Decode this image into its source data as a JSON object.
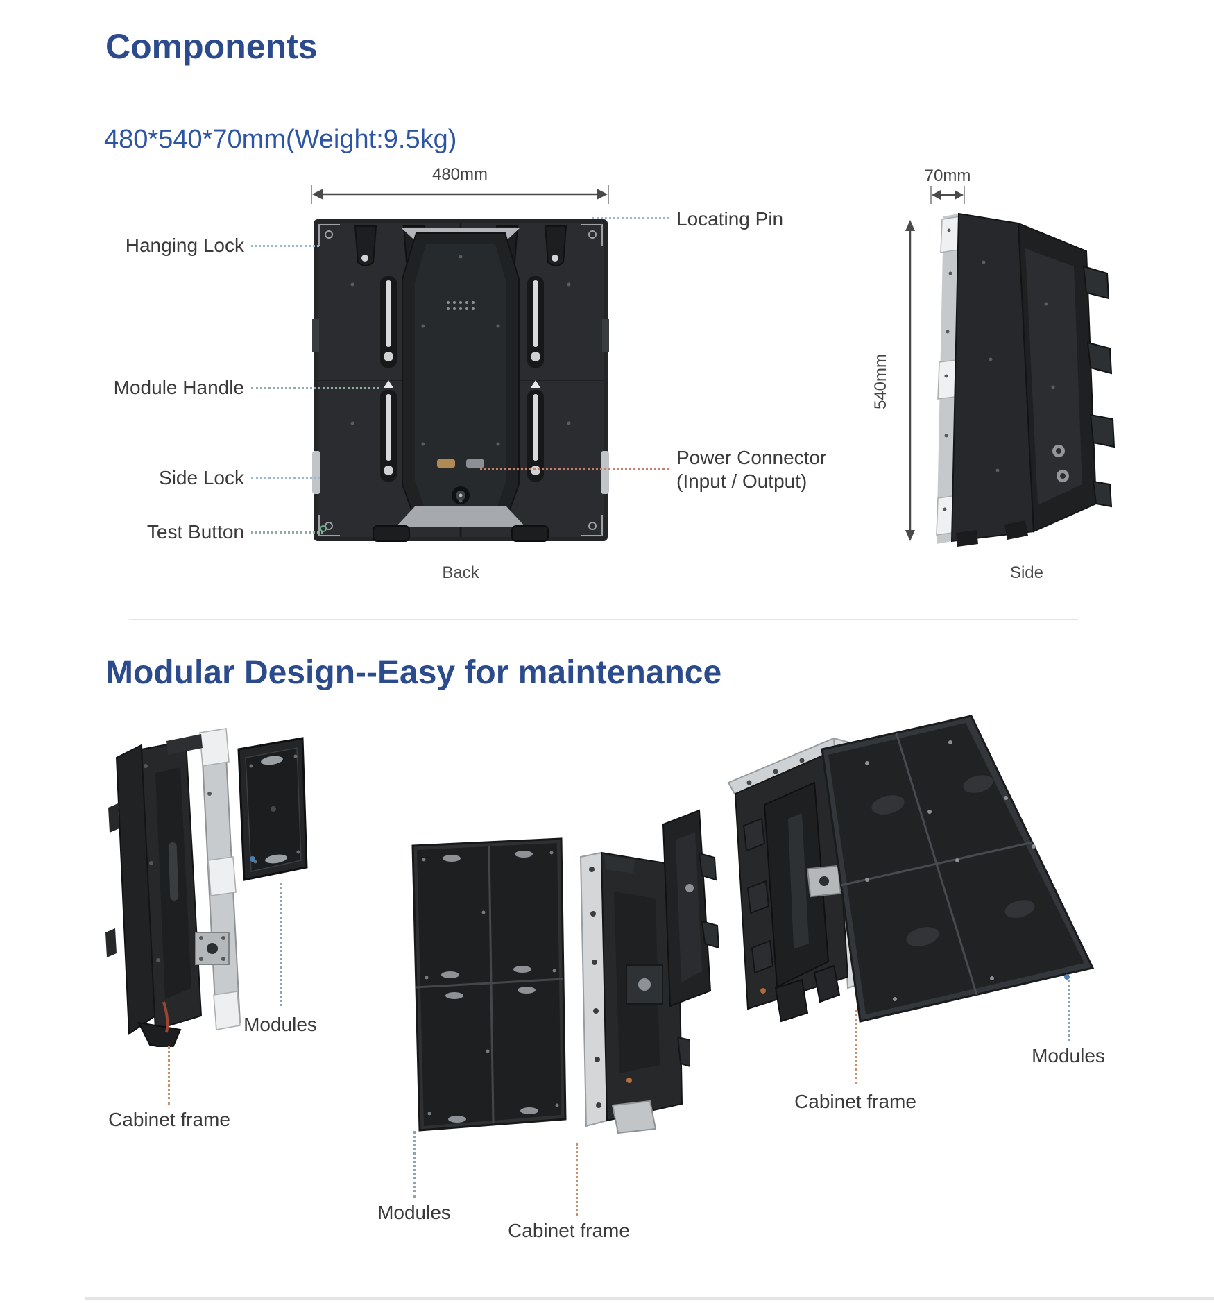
{
  "colors": {
    "accent_blue": "#2b4b8c",
    "subtitle_blue": "#2e55a4",
    "label_text": "#3a3a3a",
    "caption_text": "#4a4a4a",
    "dimension_text": "#454545",
    "leader_blue": "#9db8d2",
    "leader_green": "#8fae9e",
    "leader_red": "#c7806a",
    "leader_orange": "#c8906c",
    "leader_bluegray": "#8aa4b8",
    "divider_gray": "#e4e4e4"
  },
  "components_section": {
    "title": "Components",
    "size_text": "480*540*70mm(Weight:9.5kg)",
    "back_view": {
      "caption": "Back",
      "width_dim": "480mm",
      "labels": {
        "hanging_lock": "Hanging Lock",
        "module_handle": "Module Handle",
        "side_lock": "Side Lock",
        "test_button": "Test Button",
        "locating_pin": "Locating Pin",
        "power_connector_1": "Power Connector",
        "power_connector_2": "(Input / Output)"
      }
    },
    "side_view": {
      "caption": "Side",
      "depth_dim": "70mm",
      "height_dim": "540mm"
    }
  },
  "modular_section": {
    "title": "Modular Design--Easy for maintenance",
    "left_diagram": {
      "modules": "Modules",
      "cabinet_frame": "Cabinet frame"
    },
    "middle_diagram": {
      "modules": "Modules",
      "cabinet_frame": "Cabinet frame"
    },
    "right_diagram": {
      "modules": "Modules",
      "cabinet_frame": "Cabinet frame"
    }
  }
}
